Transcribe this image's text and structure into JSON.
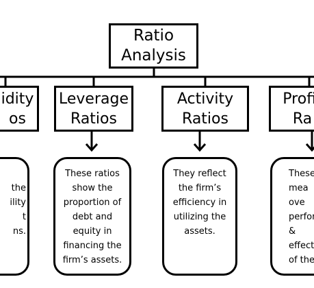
{
  "root": {
    "line1": "Ratio",
    "line2": "Analysis"
  },
  "categories": {
    "liquidity": {
      "line1": "idity",
      "line2": "os"
    },
    "leverage": {
      "line1": "Leverage",
      "line2": "Ratios"
    },
    "activity": {
      "line1": "Activity",
      "line2": "Ratios"
    },
    "profitability": {
      "line1": "Profit",
      "line2": "Ra"
    }
  },
  "descriptions": {
    "liquidity": [
      "",
      "the",
      "ility",
      "t",
      "ns."
    ],
    "leverage": [
      "These ratios",
      "show the",
      "proportion of",
      "debt and",
      "equity in",
      "financing the",
      "firm’s assets."
    ],
    "activity": [
      "They reflect",
      "the firm’s",
      "efficiency in",
      "utilizing the",
      "assets."
    ],
    "profitability": [
      "These",
      "mea",
      "ove",
      "perform",
      "&",
      "effecti",
      "of the"
    ]
  }
}
